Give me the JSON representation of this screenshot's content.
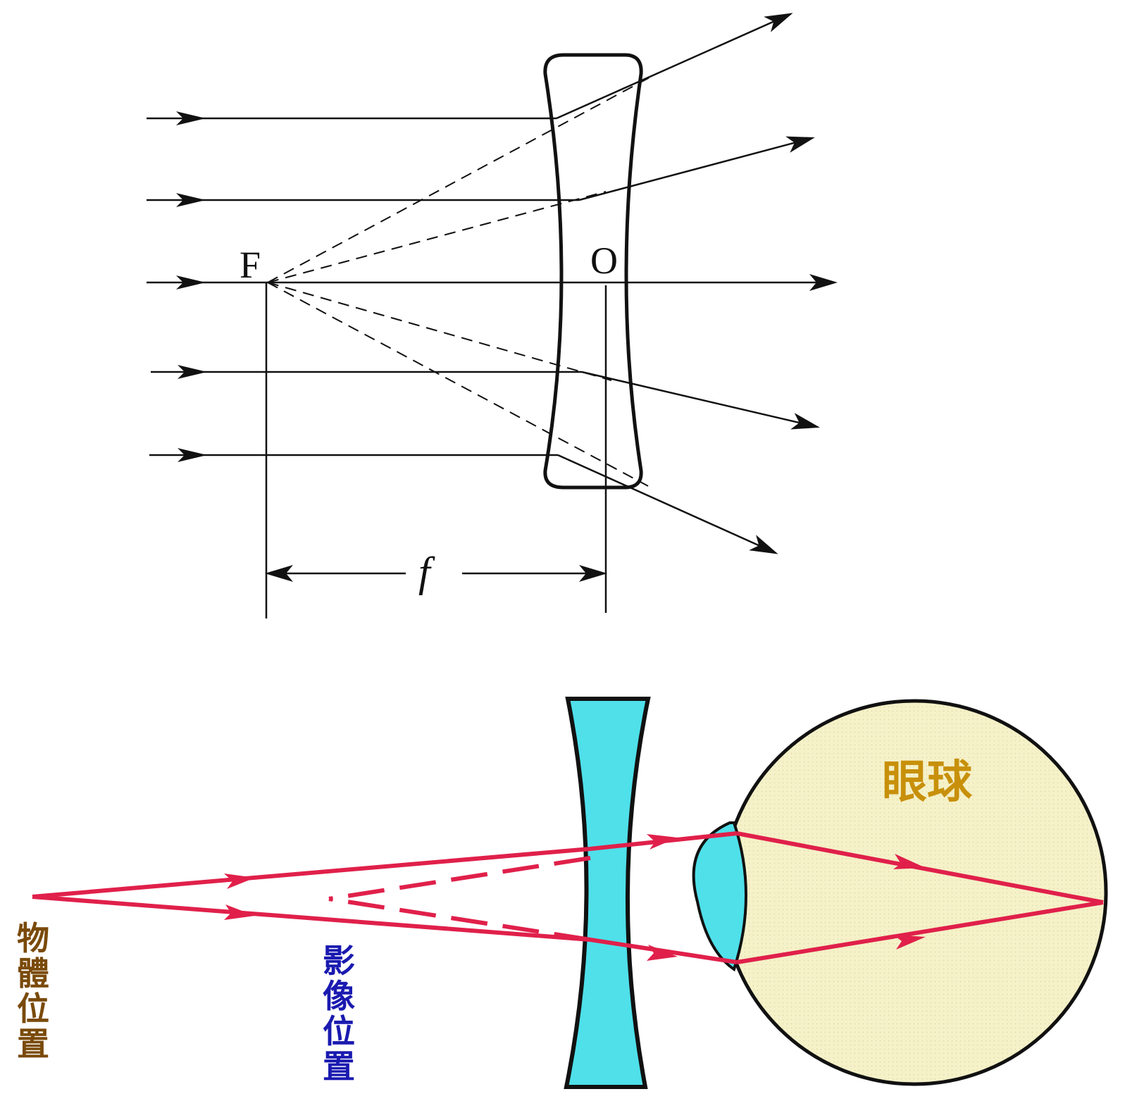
{
  "top_diagram": {
    "focal_point_label": "F",
    "optical_center_label": "O",
    "focal_length_label": "f"
  },
  "bottom_diagram": {
    "object_label": [
      "物",
      "體",
      "位",
      "置"
    ],
    "image_label": [
      "影",
      "像",
      "位",
      "置"
    ],
    "eyeball_label": "眼球"
  },
  "colors": {
    "ray": "#e0204a",
    "lens_fill": "#4fe0ea",
    "eyeball_fill": "#f5f1c8",
    "object_text": "#7a4a0a",
    "image_text": "#1a1ab0",
    "eyeball_text": "#c8900a",
    "line": "#111111"
  }
}
